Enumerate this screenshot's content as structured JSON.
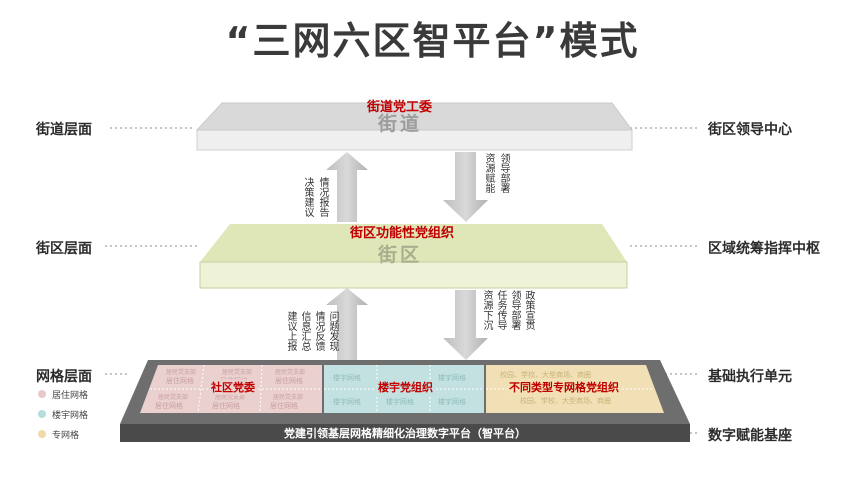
{
  "title": "“三网六区智平台”模式",
  "left_labels": [
    "街道层面",
    "街区层面",
    "网格层面"
  ],
  "right_labels": [
    "街区领导中心",
    "区域统筹指挥中枢",
    "基础执行单元",
    "数字赋能基座"
  ],
  "legend": [
    {
      "label": "居住网格",
      "color": "#e8c8c8"
    },
    {
      "label": "楼宇网格",
      "color": "#b6dcdc"
    },
    {
      "label": "专网格",
      "color": "#efd9a8"
    }
  ],
  "layers": {
    "street": {
      "org": "街道党工委",
      "name": "街道"
    },
    "block": {
      "org": "街区功能性党组织",
      "name": "街区"
    }
  },
  "arrows": {
    "up1": [
      "情况报告",
      "决策建议"
    ],
    "down1": [
      "领导部署",
      "资源赋能"
    ],
    "up2": [
      "问题发现",
      "情况反馈",
      "信息汇总",
      "建议上报"
    ],
    "down2": [
      "政策宣贯",
      "领导部署",
      "任务传导",
      "资源下沉"
    ]
  },
  "grid": {
    "community": "社区党委",
    "building": "楼宇党组织",
    "special": "不同类型专网格党组织",
    "cell_res_a": "居民党支部",
    "cell_res_b": "居住网格",
    "cell_bld": "楼宇网格",
    "cell_sp": "校园、学校、大型商场、商圈",
    "platform": "党建引领基层网格精细化治理数字平台（智平台）"
  }
}
